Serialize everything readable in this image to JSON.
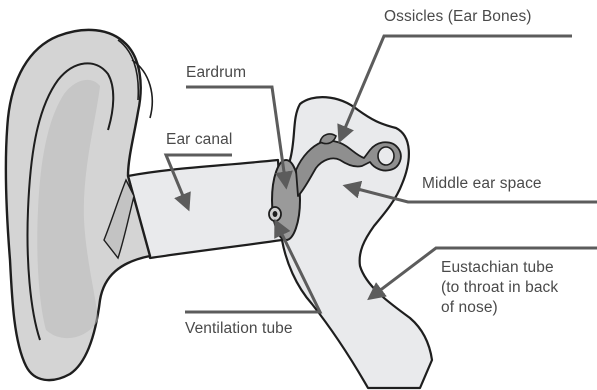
{
  "diagram": {
    "labels": {
      "ossicles": "Ossicles (Ear Bones)",
      "eardrum": "Eardrum",
      "ear_canal": "Ear canal",
      "middle_ear_space": "Middle ear space",
      "eustachian_line1": "Eustachian tube",
      "eustachian_line2": "(to throat in back",
      "eustachian_line3": "of nose)",
      "ventilation_tube": "Ventilation tube"
    },
    "colors": {
      "outer_ear": "#d4d4d4",
      "ear_shadow": "#b9b9b9",
      "canal_fill": "#e9eaec",
      "middle_ear_fill": "#e9eaec",
      "eardrum": "#9a9a9a",
      "ossicles": "#8f8f8f",
      "outline": "#1e1e1e",
      "pointer": "#5c5c5c",
      "label_text": "#4a4a4a"
    }
  }
}
